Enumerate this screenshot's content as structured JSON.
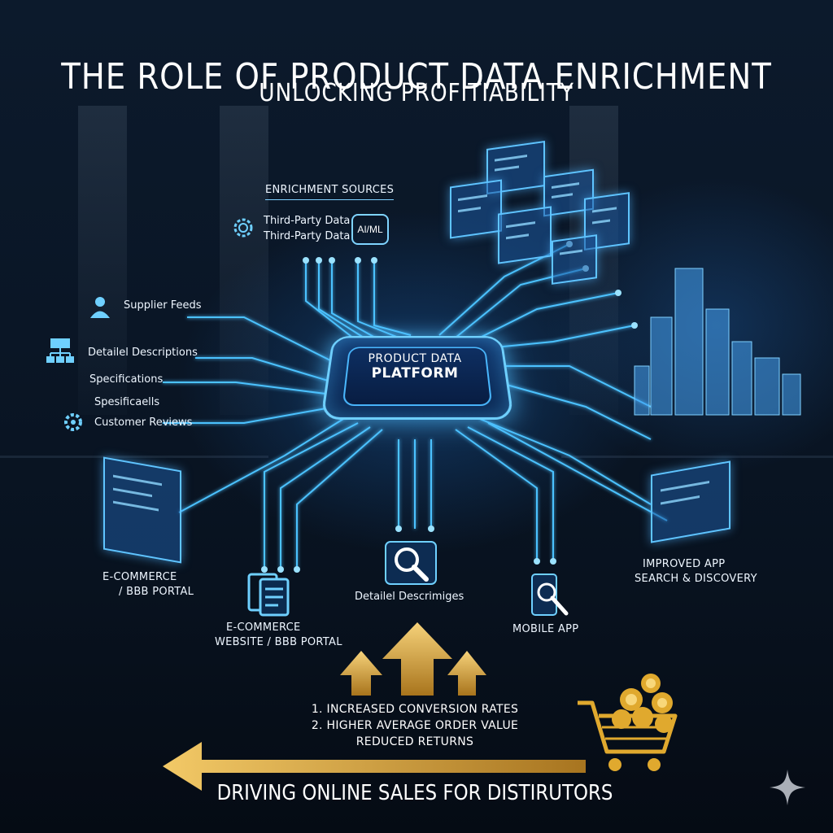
{
  "header": {
    "title": "THE ROLE OF PRODUCT DATA ENRICHMENT",
    "subtitle": "UNLOCKING PROFITIABILITY"
  },
  "enrichment": {
    "heading": "ENRICHMENT SOURCES",
    "source_1": "Third-Party Data",
    "source_2": "Third-Party Data",
    "badge": "AI/ML"
  },
  "inputs": {
    "supplier_feeds": "Supplier Feeds",
    "detailed_descriptions": "Detailel Descriptions",
    "specifications": "Specifications",
    "specifications_2": "Spesificaells",
    "customer_reviews": "Customer Reviews"
  },
  "platform": {
    "line_1": "PRODUCT DATA",
    "line_2": "PLATFORM"
  },
  "outputs": {
    "ecommerce_portal": [
      "E-COMMERCE",
      "/ BBB PORTAL"
    ],
    "ecommerce_website": [
      "E-COMMERCE",
      "WEBSITE / BBB PORTAL"
    ],
    "detailed_images": "Detailel Descrimiges",
    "mobile_app": "MOBILE APP",
    "improved_app": [
      "IMPROVED APP",
      "SEARCH & DISCOVERY"
    ]
  },
  "results": {
    "item_1": "1. INCREASED CONVERSION RATES",
    "item_2": "2. HIGHER AVERAGE ORDER VALUE",
    "item_3": "REDUCED RETURNS"
  },
  "footer": {
    "tagline": "DRIVING ONLINE SALES FOR DISTIRUTORS"
  },
  "colors": {
    "circuit": "#4cc2ff",
    "glow": "#6fd0ff",
    "gold": "#e0a92e",
    "background": "#07111f"
  },
  "icons": {
    "gear": "gear-icon",
    "user": "user-icon",
    "org_chart": "org-chart-icon",
    "magnifier": "magnifier-icon",
    "checklist": "checklist-icon",
    "cart": "shopping-cart-icon",
    "sparkle": "sparkle-icon"
  }
}
